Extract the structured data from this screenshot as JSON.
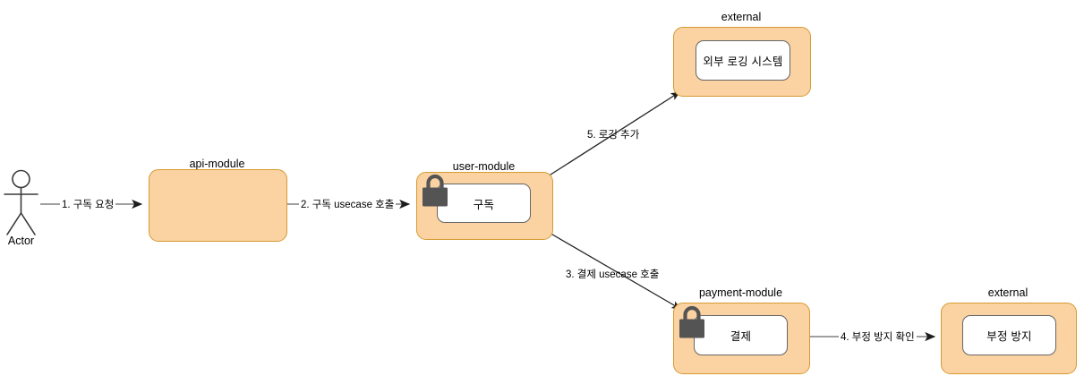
{
  "diagram": {
    "type": "uml-sequence-component-flow",
    "colors": {
      "module_fill": "#fbd2a2",
      "module_border": "#d69a33",
      "inner_fill": "#ffffff",
      "inner_border": "#666666",
      "connector_gray": "#808080",
      "connector_dark": "#232323",
      "lock_gray": "#545454",
      "text": "#000000"
    },
    "actor": {
      "label": "Actor",
      "icon": "actor-stick-figure"
    },
    "nodes": [
      {
        "id": "api-module",
        "title": "api-module",
        "inner_label": "",
        "has_lock": false
      },
      {
        "id": "user-module",
        "title": "user-module",
        "inner_label": "구독",
        "has_lock": true
      },
      {
        "id": "external-logging",
        "title": "external",
        "inner_label": "외부 로깅 시스템",
        "has_lock": false
      },
      {
        "id": "payment-module",
        "title": "payment-module",
        "inner_label": "결제",
        "has_lock": true
      },
      {
        "id": "external-fraud",
        "title": "external",
        "inner_label": "부정 방지",
        "has_lock": false
      }
    ],
    "edges": [
      {
        "id": "e1",
        "label": "1. 구독 요청",
        "from": "actor",
        "to": "api-module"
      },
      {
        "id": "e2",
        "label": "2. 구독 usecase 호출",
        "from": "api-module",
        "to": "user-module"
      },
      {
        "id": "e3",
        "label": "3. 결제 usecase 호출",
        "from": "user-module",
        "to": "payment-module"
      },
      {
        "id": "e4",
        "label": "4. 부정 방지 확인",
        "from": "payment-module",
        "to": "external-fraud"
      },
      {
        "id": "e5",
        "label": "5. 로깅 추가",
        "from": "user-module",
        "to": "external-logging"
      }
    ]
  }
}
